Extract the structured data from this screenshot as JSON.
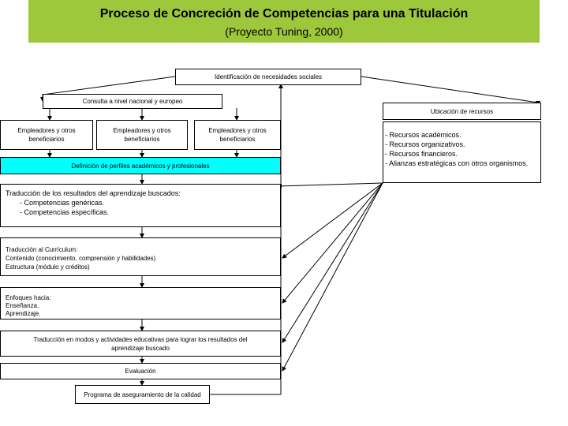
{
  "header": {
    "title": "Proceso de Concreción de Competencias para una Titulación",
    "subtitle": "(Proyecto Tuning, 2000)",
    "bg_color": "#9dc83b"
  },
  "boxes": {
    "identificacion": "Identificación de necesidades sociales",
    "consulta": "Consulta a nivel nacional y europeo",
    "ubicacion": "Ubicación de recursos",
    "empleadores": "Empleadores y otros beneficiarios",
    "definicion": "Definición de perfiles académicos y profesionales",
    "traduccion_resultados": {
      "line1": "Traducción de los resultados del aprendizaje buscados:",
      "line2": "- Competencias genéricas.",
      "line3": "- Competencias específicas."
    },
    "curriculum": {
      "line1": "Traducción al Currículum:",
      "line2": "Contenido (conocimiento, comprensión y habilidades)",
      "line3": "Estructura (módulo y créditos)"
    },
    "enfoques": {
      "line1": "Enfoques hacia:",
      "line2": "Enseñanza.",
      "line3": "Aprendizaje."
    },
    "modos": "Traducción en modos y actividades educativas para lograr los resultados del aprendizaje buscado",
    "evaluacion": "Evaluación",
    "programa": "Programa de aseguramiento de la calidad"
  },
  "recursos": [
    "- Recursos académicos.",
    "- Recursos organizativos.",
    "- Recursos financieros.",
    "- Alianzas estratégicas con otros organismos."
  ],
  "colors": {
    "highlight": "#00ffff"
  }
}
